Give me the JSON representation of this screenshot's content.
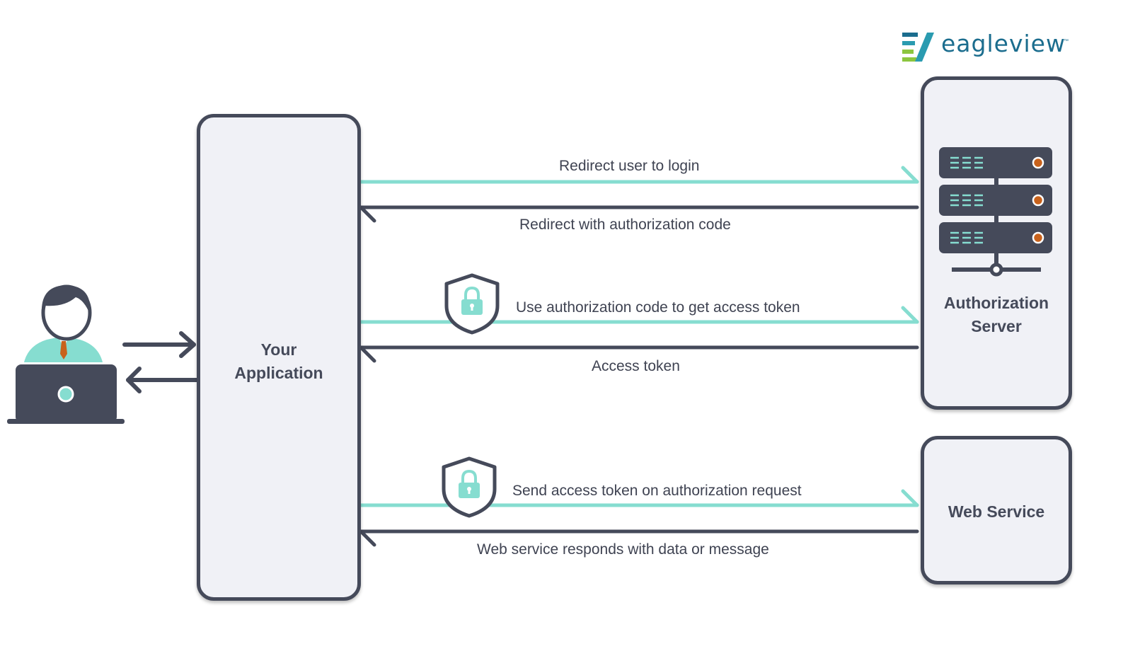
{
  "brand": {
    "name": "eagleview",
    "trademark": "™"
  },
  "nodes": {
    "app": {
      "label_line1": "Your",
      "label_line2": "Application"
    },
    "auth_server": {
      "label_line1": "Authorization",
      "label_line2": "Server"
    },
    "web_service": {
      "label": "Web Service"
    }
  },
  "flows": [
    {
      "label": "Redirect user to login",
      "direction": "to-right"
    },
    {
      "label": "Redirect with authorization code",
      "direction": "to-left"
    },
    {
      "label": "Use authorization code to get access token",
      "direction": "to-right",
      "icon": "shield-lock-icon"
    },
    {
      "label": "Access token",
      "direction": "to-left"
    },
    {
      "label": "Send access token on authorization request",
      "direction": "to-right",
      "icon": "shield-lock-icon"
    },
    {
      "label": "Web service responds with data or message",
      "direction": "to-left"
    }
  ],
  "colors": {
    "dark": "#454a5a",
    "teal": "#86ddd0",
    "panel": "#f0f1f6",
    "orange": "#c8621c",
    "brand_blue": "#1b6d8e",
    "brand_green": "#8cc63f"
  }
}
